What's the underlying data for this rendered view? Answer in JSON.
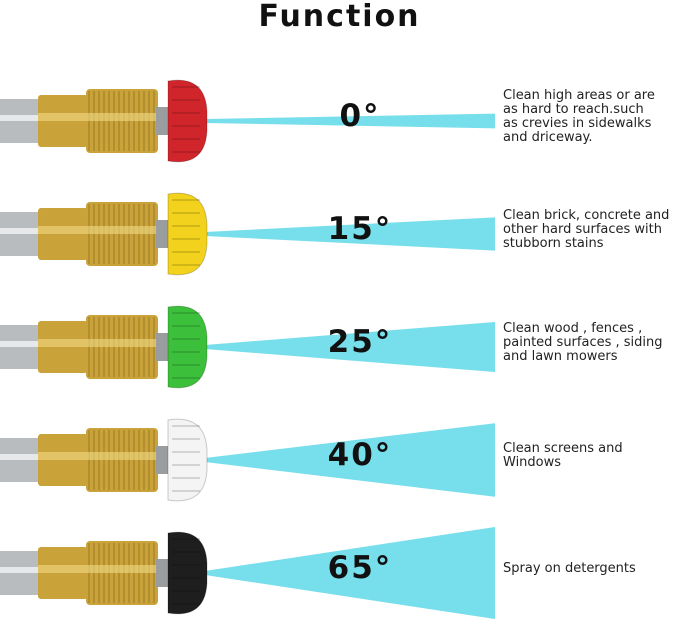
{
  "title": "Function",
  "nozzles": [
    {
      "angle": "0°",
      "description": "Clean high areas or are\nas hard to reach.such\nas crevies in sidewalks\nand driceway.",
      "tip_color": "#d0252b",
      "spray_spread": 0.08
    },
    {
      "angle": "15°",
      "description": "Clean brick, concrete and\nother hard surfaces with\nstubborn stains",
      "tip_color": "#f2d21c",
      "spray_spread": 0.3
    },
    {
      "angle": "25°",
      "description": "Clean wood , fences ,\npainted surfaces , siding\nand lawn mowers",
      "tip_color": "#3cbf3a",
      "spray_spread": 0.5
    },
    {
      "angle": "40°",
      "description": "Clean screens and\nWindows",
      "tip_color": "#f4f4f4",
      "spray_spread": 0.78
    },
    {
      "angle": "65°",
      "description": "Spray on detergents",
      "tip_color": "#1e1e1e",
      "spray_spread": 1.0
    }
  ],
  "colors": {
    "spray": "#5fd8e8",
    "brass": "#c9a23a",
    "brass_dark": "#8a6a1c",
    "steel": "#b9bcbf"
  }
}
